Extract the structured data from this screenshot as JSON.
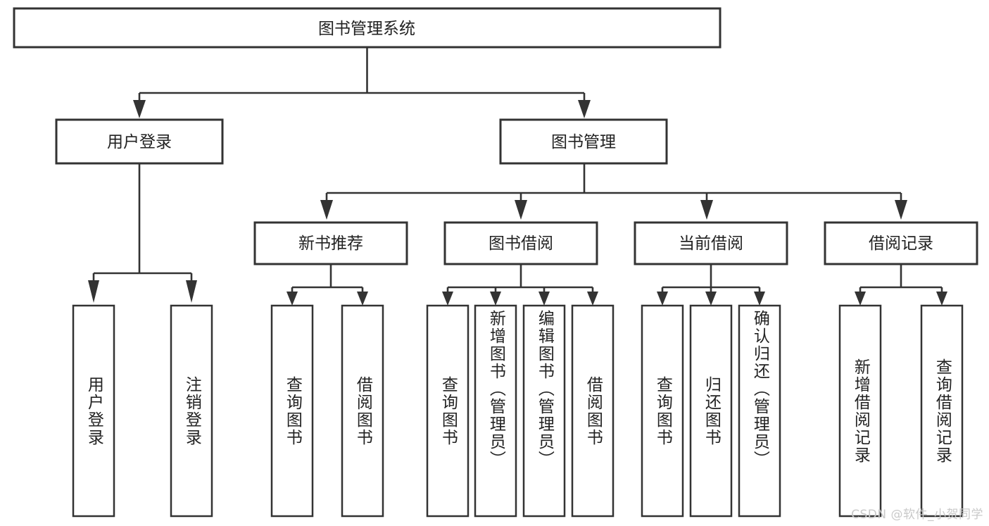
{
  "page": {
    "title": "图书管理系统 功能结构图",
    "background_color": "#ffffff",
    "line_color": "#333333",
    "text_color": "#222222",
    "watermark": "CSDN @软件_小贺同学",
    "watermark_color": "#c9c9c9"
  },
  "chart_data": {
    "type": "tree-diagram",
    "title": "图书管理系统",
    "orientation": "top-down",
    "levels": 4,
    "root": "图书管理系统",
    "nodes": [
      {
        "id": "n0",
        "label": "图书管理系统",
        "level": 0,
        "parent": null
      },
      {
        "id": "n1",
        "label": "用户登录",
        "level": 1,
        "parent": "n0"
      },
      {
        "id": "n2",
        "label": "图书管理",
        "level": 1,
        "parent": "n0"
      },
      {
        "id": "n3",
        "label": "新书推荐",
        "level": 2,
        "parent": "n2"
      },
      {
        "id": "n4",
        "label": "图书借阅",
        "level": 2,
        "parent": "n2"
      },
      {
        "id": "n5",
        "label": "当前借阅",
        "level": 2,
        "parent": "n2"
      },
      {
        "id": "n6",
        "label": "借阅记录",
        "level": 2,
        "parent": "n2"
      },
      {
        "id": "l1",
        "label": "用户登录",
        "level": 3,
        "parent": "n1"
      },
      {
        "id": "l2",
        "label": "注销登录",
        "level": 3,
        "parent": "n1"
      },
      {
        "id": "l3",
        "label": "查询图书",
        "level": 3,
        "parent": "n3"
      },
      {
        "id": "l4",
        "label": "借阅图书",
        "level": 3,
        "parent": "n3"
      },
      {
        "id": "l5",
        "label": "查询图书",
        "level": 3,
        "parent": "n4"
      },
      {
        "id": "l6",
        "label": "新增图书（管理员）",
        "level": 3,
        "parent": "n4"
      },
      {
        "id": "l7",
        "label": "编辑图书（管理员）",
        "level": 3,
        "parent": "n4"
      },
      {
        "id": "l8",
        "label": "借阅图书",
        "level": 3,
        "parent": "n4"
      },
      {
        "id": "l9",
        "label": "查询图书",
        "level": 3,
        "parent": "n5"
      },
      {
        "id": "l10",
        "label": "归还图书",
        "level": 3,
        "parent": "n5"
      },
      {
        "id": "l11",
        "label": "确认归还（管理员）",
        "level": 3,
        "parent": "n5"
      },
      {
        "id": "l12",
        "label": "新增借阅记录",
        "level": 3,
        "parent": "n6"
      },
      {
        "id": "l13",
        "label": "查询借阅记录",
        "level": 3,
        "parent": "n6"
      }
    ]
  },
  "root_node": {
    "label": "图书管理系统"
  },
  "level1": {
    "user_login": {
      "label": "用户登录"
    },
    "book_manage": {
      "label": "图书管理"
    }
  },
  "level2": {
    "new_book_rec": {
      "label": "新书推荐"
    },
    "book_borrow": {
      "label": "图书借阅"
    },
    "current_borrow": {
      "label": "当前借阅"
    },
    "borrow_record": {
      "label": "借阅记录"
    }
  },
  "leaves": {
    "user_login_leaf": {
      "label": "用户登录"
    },
    "logout_leaf": {
      "label": "注销登录"
    },
    "rec_query_book": {
      "label": "查询图书"
    },
    "rec_borrow_book": {
      "label": "借阅图书"
    },
    "borrow_query_book": {
      "label": "查询图书"
    },
    "borrow_add_book": {
      "label": "新增图书（管理员）"
    },
    "borrow_edit_book": {
      "label": "编辑图书（管理员）"
    },
    "borrow_borrow_book": {
      "label": "借阅图书"
    },
    "cur_query_book": {
      "label": "查询图书"
    },
    "cur_return_book": {
      "label": "归还图书"
    },
    "cur_confirm_return": {
      "label": "确认归还（管理员）"
    },
    "rec_add_record": {
      "label": "新增借阅记录"
    },
    "rec_query_record": {
      "label": "查询借阅记录"
    }
  }
}
